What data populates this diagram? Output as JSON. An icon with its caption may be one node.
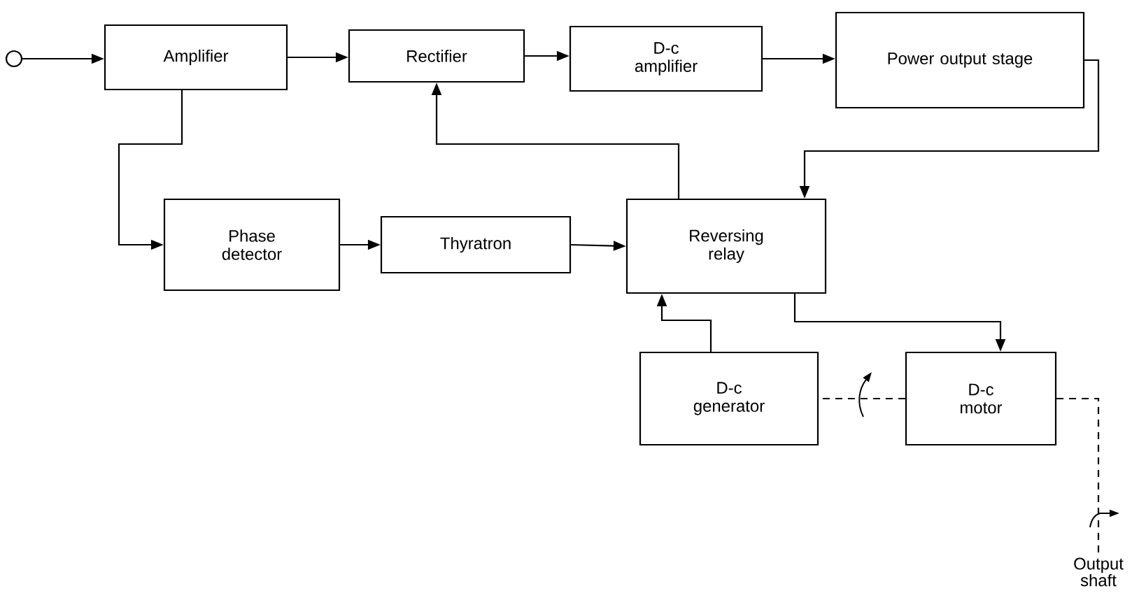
{
  "diagram": {
    "nodes": [
      {
        "text": [],
        "shape": "circle"
      },
      {
        "text": [
          "Amplifier"
        ]
      },
      {
        "text": [
          "Rectifier"
        ]
      },
      {
        "text": [
          "D-c amplifier"
        ]
      },
      {
        "text": [
          "Power output stage"
        ]
      },
      {
        "text": [
          "Phase detector"
        ]
      },
      {
        "text": [
          "Thyratron"
        ]
      },
      {
        "text": [
          "Reversing relay"
        ]
      },
      {
        "text": [
          "D-c generator"
        ]
      },
      {
        "text": [
          "D-c motor"
        ]
      },
      {
        "text": [
          "Output shaft"
        ]
      }
    ],
    "edges": [
      {
        "from": 0,
        "to": 1,
        "arrow": "to"
      },
      {
        "from": 1,
        "to": 2,
        "arrow": "to"
      },
      {
        "from": 2,
        "to": 3,
        "arrow": "to"
      },
      {
        "from": 3,
        "to": 4,
        "arrow": "to"
      },
      {
        "from": 4,
        "to": 7,
        "arrow": "to"
      },
      {
        "from": 1,
        "to": 5,
        "arrow": "to"
      },
      {
        "from": 5,
        "to": 6,
        "arrow": "to"
      },
      {
        "from": 6,
        "to": 7,
        "arrow": "to"
      },
      {
        "from": 7,
        "to": 2,
        "arrow": "to"
      },
      {
        "from": 8,
        "to": 7,
        "arrow": "to"
      },
      {
        "from": 7,
        "to": 9,
        "arrow": "to"
      },
      {
        "from": 9,
        "to": 8,
        "arrow": "none",
        "style": "dashed"
      },
      {
        "from": 9,
        "to": 10,
        "arrow": "none",
        "style": "dashed"
      }
    ]
  }
}
